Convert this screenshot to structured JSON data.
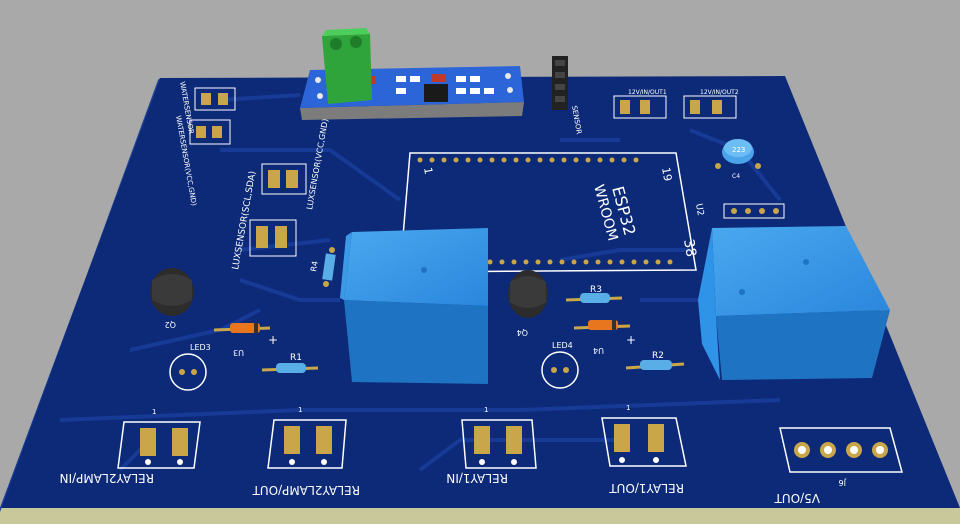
{
  "board": {
    "colors": {
      "background": "#a9a9a9",
      "board": "#0c2a78",
      "board_side": "#1a3f9a",
      "trace": "#173a96",
      "silk": "#ffffff",
      "pad": "#c9a64a",
      "relay": "#2f93e8",
      "relay_dark": "#1e73c2",
      "terminal": "#2ea43a",
      "transistor": "#2c2c2c",
      "diode": "#e8761f"
    },
    "labels": {
      "relay2lamp_in": "RELAY2LAMP/IN",
      "relay2lamp_out": "RELAY2LAMP/OUT",
      "relay1_in": "RELAY1/IN",
      "relay1_out": "RELAY1/OUT",
      "v5_out": "V5/OUT",
      "j6": "J6",
      "esp_title": "ESP32",
      "esp_sub": "WROOM",
      "esp_pin_start": "1",
      "esp_pin_19": "19",
      "esp_pin_38": "38",
      "u2": "U2",
      "u3": "U3",
      "u4": "U4",
      "q2": "Q2",
      "q4": "Q4",
      "r1": "R1",
      "r2": "R2",
      "r3": "R3",
      "r4": "R4",
      "led3": "LED3",
      "led4": "LED4",
      "c4": "C4",
      "cap_value": "223",
      "lux_sda": "LUXSENSOR(SCL,SDA)",
      "lux_vcc": "LUXSENSOR(VCC,GND)",
      "sensor_top": "WATERSENSOR",
      "sensor_top2": "WATERSENSOR(VCC,GND)",
      "header_label": "SENSOR",
      "out1": "12V/IN/OUT1",
      "out2": "12V/IN/OUT2",
      "pin1": "1",
      "plus": "+"
    }
  }
}
